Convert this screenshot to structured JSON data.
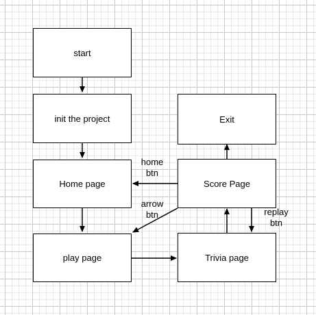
{
  "nodes": {
    "start": "start",
    "init": "init the project",
    "home": "Home page",
    "play": "play page",
    "exit": "Exit",
    "score": "Score Page",
    "trivia": "Trivia page"
  },
  "edges": {
    "home_btn": "home\nbtn",
    "arrow_btn": "arrow\nbtn",
    "replay_btn": "replay\nbtn"
  },
  "colors": {
    "grid_major": "#9ee89e",
    "grid_minor": "#d7f5d7",
    "stroke": "#000000"
  }
}
